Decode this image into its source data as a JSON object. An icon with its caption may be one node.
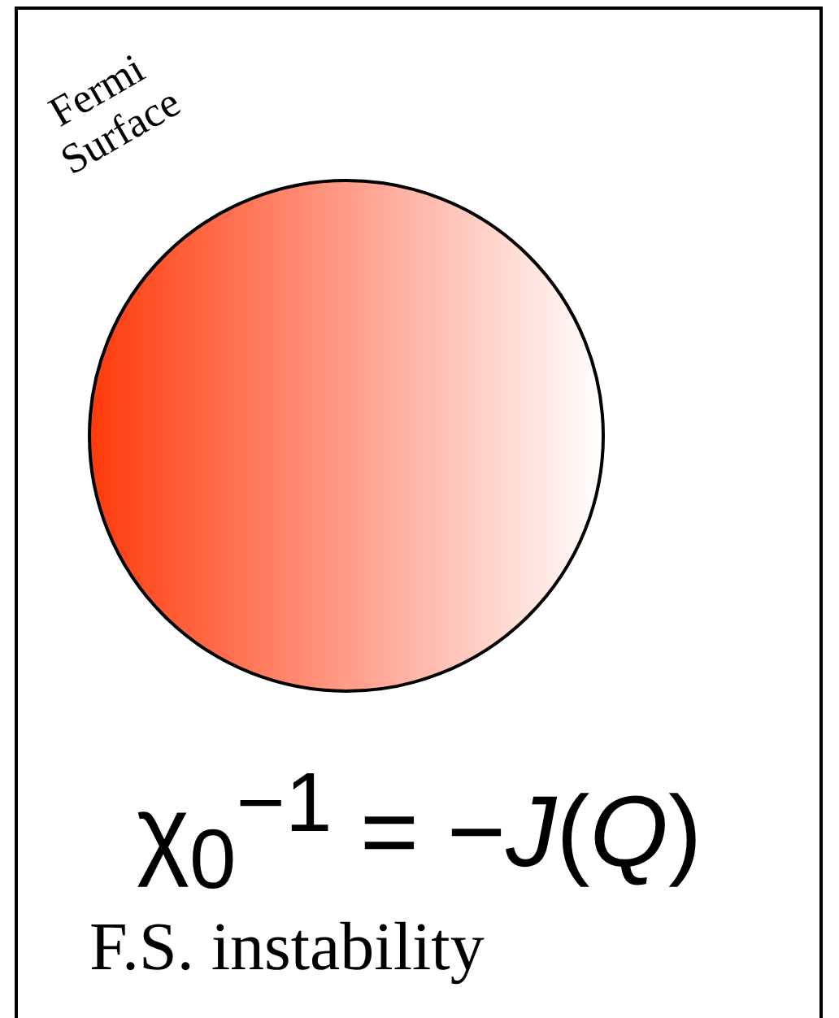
{
  "diagram": {
    "labels": [
      "Fermi Surface",
      "χ$_{0}$$^{−1}$ = −*J*(*Q*)",
      "F.S. instability"
    ]
  }
}
